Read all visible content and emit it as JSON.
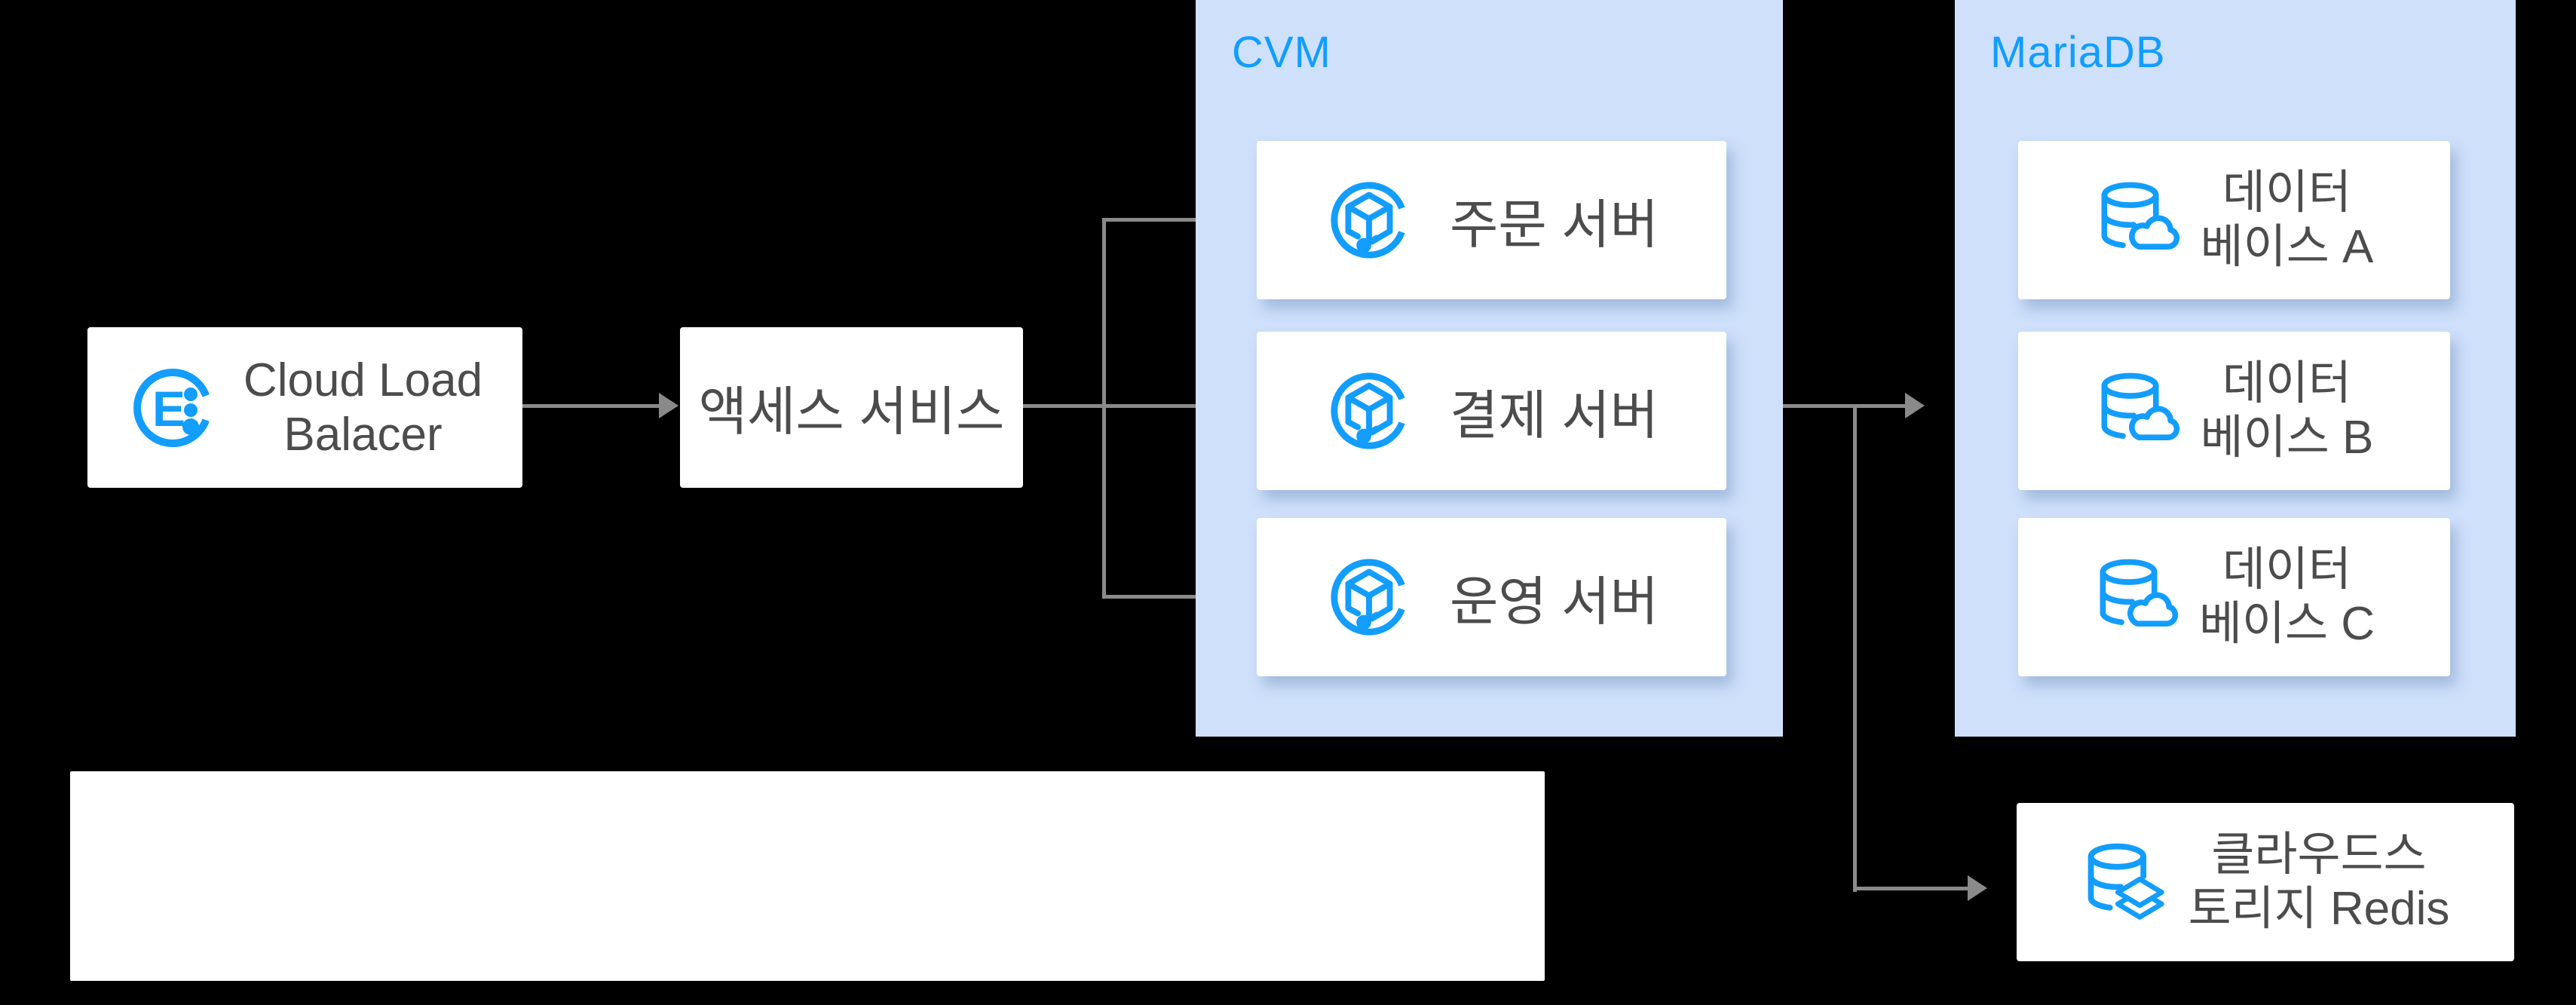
{
  "palette": {
    "background": "#000000",
    "container_fill": "#CEE0FA",
    "node_fill": "#FFFFFF",
    "accent_blue": "#129DFF",
    "text_dark": "#4C4C4C",
    "connector_gray": "#8A8A8A"
  },
  "nodes": {
    "clb": {
      "icon": "load-balancer-icon",
      "lines": [
        "Cloud Load",
        "Balacer"
      ]
    },
    "access": {
      "label": "액세스 서비스"
    },
    "cvm": {
      "title": "CVM",
      "servers": [
        {
          "icon": "cvm-icon",
          "label": "주문 서버"
        },
        {
          "icon": "cvm-icon",
          "label": "결제 서버"
        },
        {
          "icon": "cvm-icon",
          "label": "운영 서버"
        }
      ]
    },
    "mariadb": {
      "title": "MariaDB",
      "databases": [
        {
          "icon": "database-cloud-icon",
          "lines": [
            "데이터",
            "베이스 A"
          ]
        },
        {
          "icon": "database-cloud-icon",
          "lines": [
            "데이터",
            "베이스 B"
          ]
        },
        {
          "icon": "database-cloud-icon",
          "lines": [
            "데이터",
            "베이스 C"
          ]
        }
      ]
    },
    "redis": {
      "icon": "database-stack-icon",
      "lines": [
        "클라우드스",
        "토리지 Redis"
      ]
    }
  }
}
